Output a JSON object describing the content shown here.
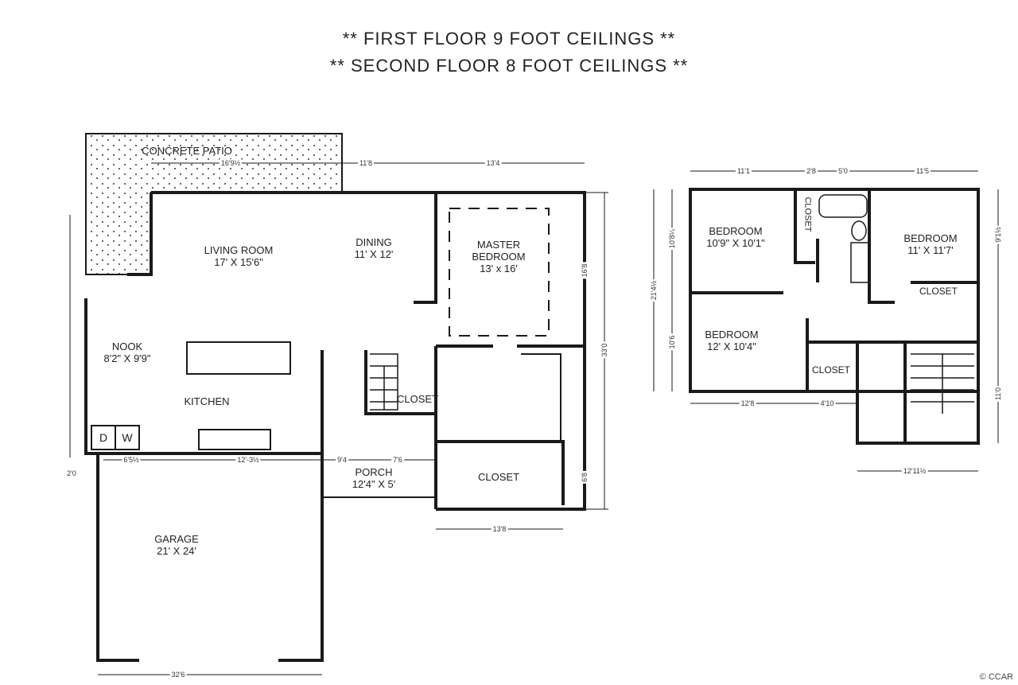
{
  "titles": {
    "line1": "**   FIRST FLOOR 9 FOOT CEILINGS   **",
    "line2": "**   SECOND FLOOR 8 FOOT CEILINGS   **"
  },
  "first_floor": {
    "rooms": [
      {
        "name": "CONCRETE PATIO",
        "size": ""
      },
      {
        "name": "LIVING ROOM",
        "size": "17' X 15'6\""
      },
      {
        "name": "DINING",
        "size": "11' X 12'"
      },
      {
        "name": "MASTER BEDROOM",
        "size": "13' x 16'"
      },
      {
        "name": "NOOK",
        "size": "8'2\" X 9'9\""
      },
      {
        "name": "KITCHEN",
        "size": ""
      },
      {
        "name": "CLOSET",
        "size": ""
      },
      {
        "name": "PORCH",
        "size": "12'4\" X 5'"
      },
      {
        "name": "CLOSET",
        "size": ""
      },
      {
        "name": "GARAGE",
        "size": "21' X 24'"
      }
    ],
    "dimensions": [
      "16'9½",
      "11'8",
      "13'4",
      "6'5½",
      "12'-3½",
      "9'4",
      "7'6",
      "13'8",
      "32'6",
      "2'0",
      "33'0",
      "16'8",
      "6'8"
    ],
    "fixtures": [
      "D",
      "W"
    ]
  },
  "second_floor": {
    "rooms": [
      {
        "name": "BEDROOM",
        "size": "10'9\" X 10'1\""
      },
      {
        "name": "BEDROOM",
        "size": "11' X 11'7'"
      },
      {
        "name": "BEDROOM",
        "size": "12' X 10'4\""
      },
      {
        "name": "CLOSET",
        "size": ""
      },
      {
        "name": "CLOSET",
        "size": ""
      },
      {
        "name": "CLOSET",
        "size": ""
      }
    ],
    "dimensions": [
      "11'1",
      "2'8",
      "5'0",
      "11'5",
      "12'8",
      "4'10",
      "12'11½",
      "21'4½",
      "10'8¼",
      "10'6",
      "9'1½",
      "11'0"
    ]
  },
  "logo": "© CCAR"
}
